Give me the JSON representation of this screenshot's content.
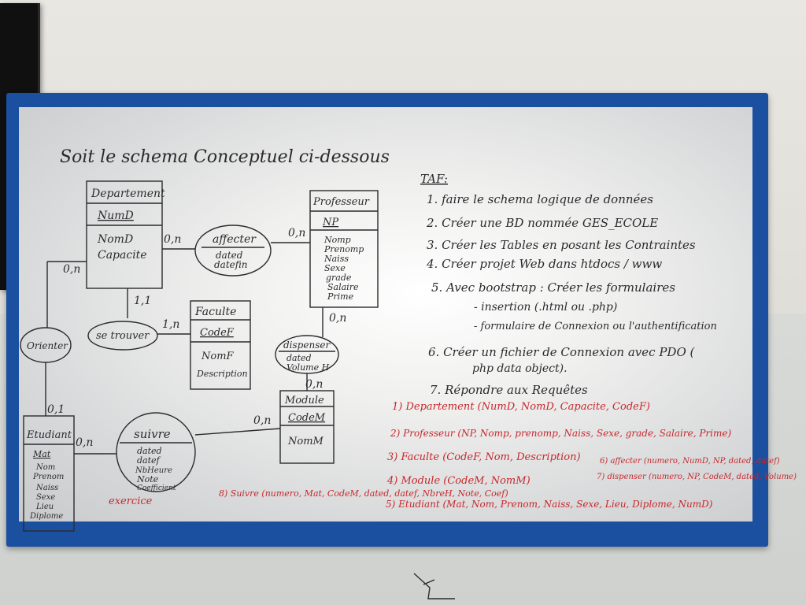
{
  "title": "Soit le schema Conceptuel ci-dessous",
  "entities": {
    "departement": {
      "name": "Departement",
      "attrs": [
        "NumD",
        "NomD",
        "Capacite"
      ]
    },
    "professeur": {
      "name": "Professeur",
      "attrs": [
        "NP",
        "Nomp",
        "Prenomp",
        "Naiss",
        "Sexe",
        "grade",
        "Salaire",
        "Prime"
      ]
    },
    "faculte": {
      "name": "Faculte",
      "attrs": [
        "CodeF",
        "NomF",
        "Description"
      ]
    },
    "module": {
      "name": "Module",
      "attrs": [
        "CodeM",
        "NomM"
      ]
    },
    "etudiant": {
      "name": "Etudiant",
      "attrs": [
        "Mat",
        "Nom",
        "Prenom",
        "Naiss",
        "Sexe",
        "Lieu",
        "Diplome"
      ]
    }
  },
  "relations": {
    "affecter": {
      "name": "affecter",
      "attrs": [
        "dated",
        "datefin"
      ]
    },
    "se_trouver": {
      "name": "se trouver"
    },
    "dispenser": {
      "name": "dispenser",
      "attrs": [
        "dated",
        "Volume H"
      ]
    },
    "suivre": {
      "name": "suivre",
      "attrs": [
        "dated",
        "datef",
        "NbHeure",
        "Note",
        "Coefficient"
      ]
    },
    "orienter": {
      "name": "Orienter"
    }
  },
  "cardinalities": {
    "dept_affecter": "0,n",
    "prof_affecter": "0,n",
    "dept_orienter": "0,n",
    "dept_setrouver": "1,1",
    "fac_setrouver": "1,n",
    "prof_dispenser": "0,n",
    "mod_dispenser": "0,n",
    "etu_orienter": "0,1",
    "etu_suivre": "0,n",
    "mod_suivre": "0,n"
  },
  "exercice_label": "exercice",
  "taf": {
    "heading": "TAF:",
    "items": [
      "1. faire le schema logique de données",
      "2. Créer une BD nommée GES_ECOLE",
      "3. Créer les Tables en posant les Contraintes",
      "4. Créer projet Web dans htdocs / www",
      "5. Avec bootstrap : Créer les formulaires",
      "- insertion (.html ou .php)",
      "- formulaire de Connexion ou l'authentification",
      "6. Créer un fichier de Connexion avec PDO (",
      "php data object).",
      "7. Répondre aux Requêtes"
    ]
  },
  "logical_schema": [
    "1) Departement (NumD, NomD, Capacite, CodeF)",
    "2) Professeur (NP, Nomp, prenomp, Naiss, Sexe, grade, Salaire, Prime)",
    "3) Faculte (CodeF, Nom, Description)",
    "4) Module (CodeM, NomM)",
    "5) Etudiant (Mat, Nom, Prenom, Naiss, Sexe, Lieu, Diplome, NumD)",
    "6) affecter (numero, NumD, NP, dated, datef)",
    "7) dispenser (numero, NP, CodeM, dated, Volume)",
    "8) Suivre (numero, Mat, CodeM, dated, datef, NbreH, Note, Coef)"
  ],
  "colors": {
    "ink": "#2b2b2e",
    "red": "#c8272c",
    "frame": "#1b4fa0"
  }
}
